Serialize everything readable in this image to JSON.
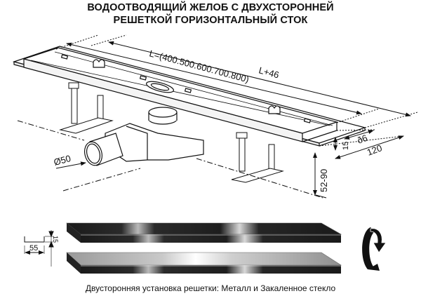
{
  "title": {
    "line1": "ВОДООТВОДЯЩИЙ ЖЕЛОБ С ДВУХСТОРОННЕЙ",
    "line2": "РЕШЕТКОЙ ГОРИЗОНТАЛЬНЫЙ СТОК"
  },
  "dimensions": {
    "length_label": "L=(400.500.600.700.800)",
    "total_length_label": "L+46",
    "outlet_diameter": "Ø50",
    "width_inner": "ð6",
    "width_outer": "120",
    "height_channel": "15",
    "height_adjust": "52-90",
    "profile_width": "55",
    "profile_height": "15"
  },
  "grates": [
    {
      "name": "grate-metal-side",
      "finish": "dark"
    },
    {
      "name": "grate-glass-side",
      "finish": "light"
    }
  ],
  "icons": {
    "rotate": "rotate-arrow-icon"
  },
  "caption": "Двусторонняя установка решетки: Металл и Закаленное стекло",
  "colors": {
    "line": "#111111",
    "background": "#ffffff",
    "grate_dark": "#1c1c1c",
    "grate_light": "#c8c8c8"
  }
}
